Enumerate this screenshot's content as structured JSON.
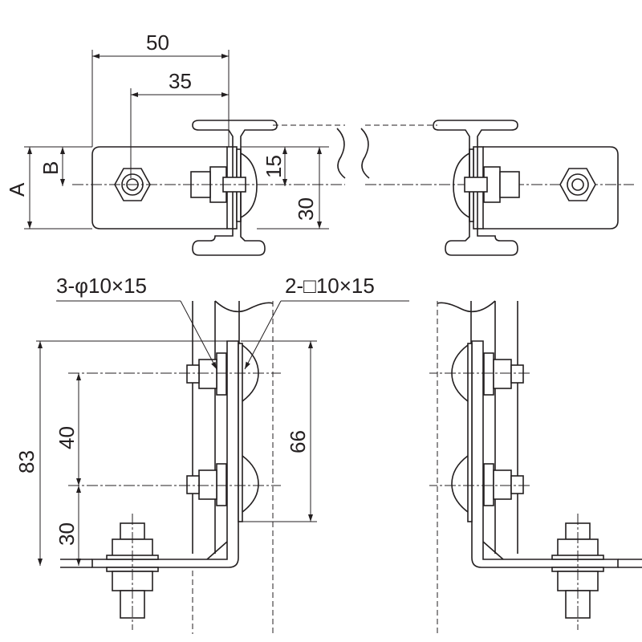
{
  "dimensions": {
    "width_50": "50",
    "width_35": "35",
    "height_A": "A",
    "height_B": "B",
    "offset_15": "15",
    "offset_30_top": "30",
    "holes_round": "3-φ10×15",
    "holes_square": "2-□10×15",
    "height_83": "83",
    "pitch_40": "40",
    "pitch_30": "30",
    "height_66": "66"
  }
}
